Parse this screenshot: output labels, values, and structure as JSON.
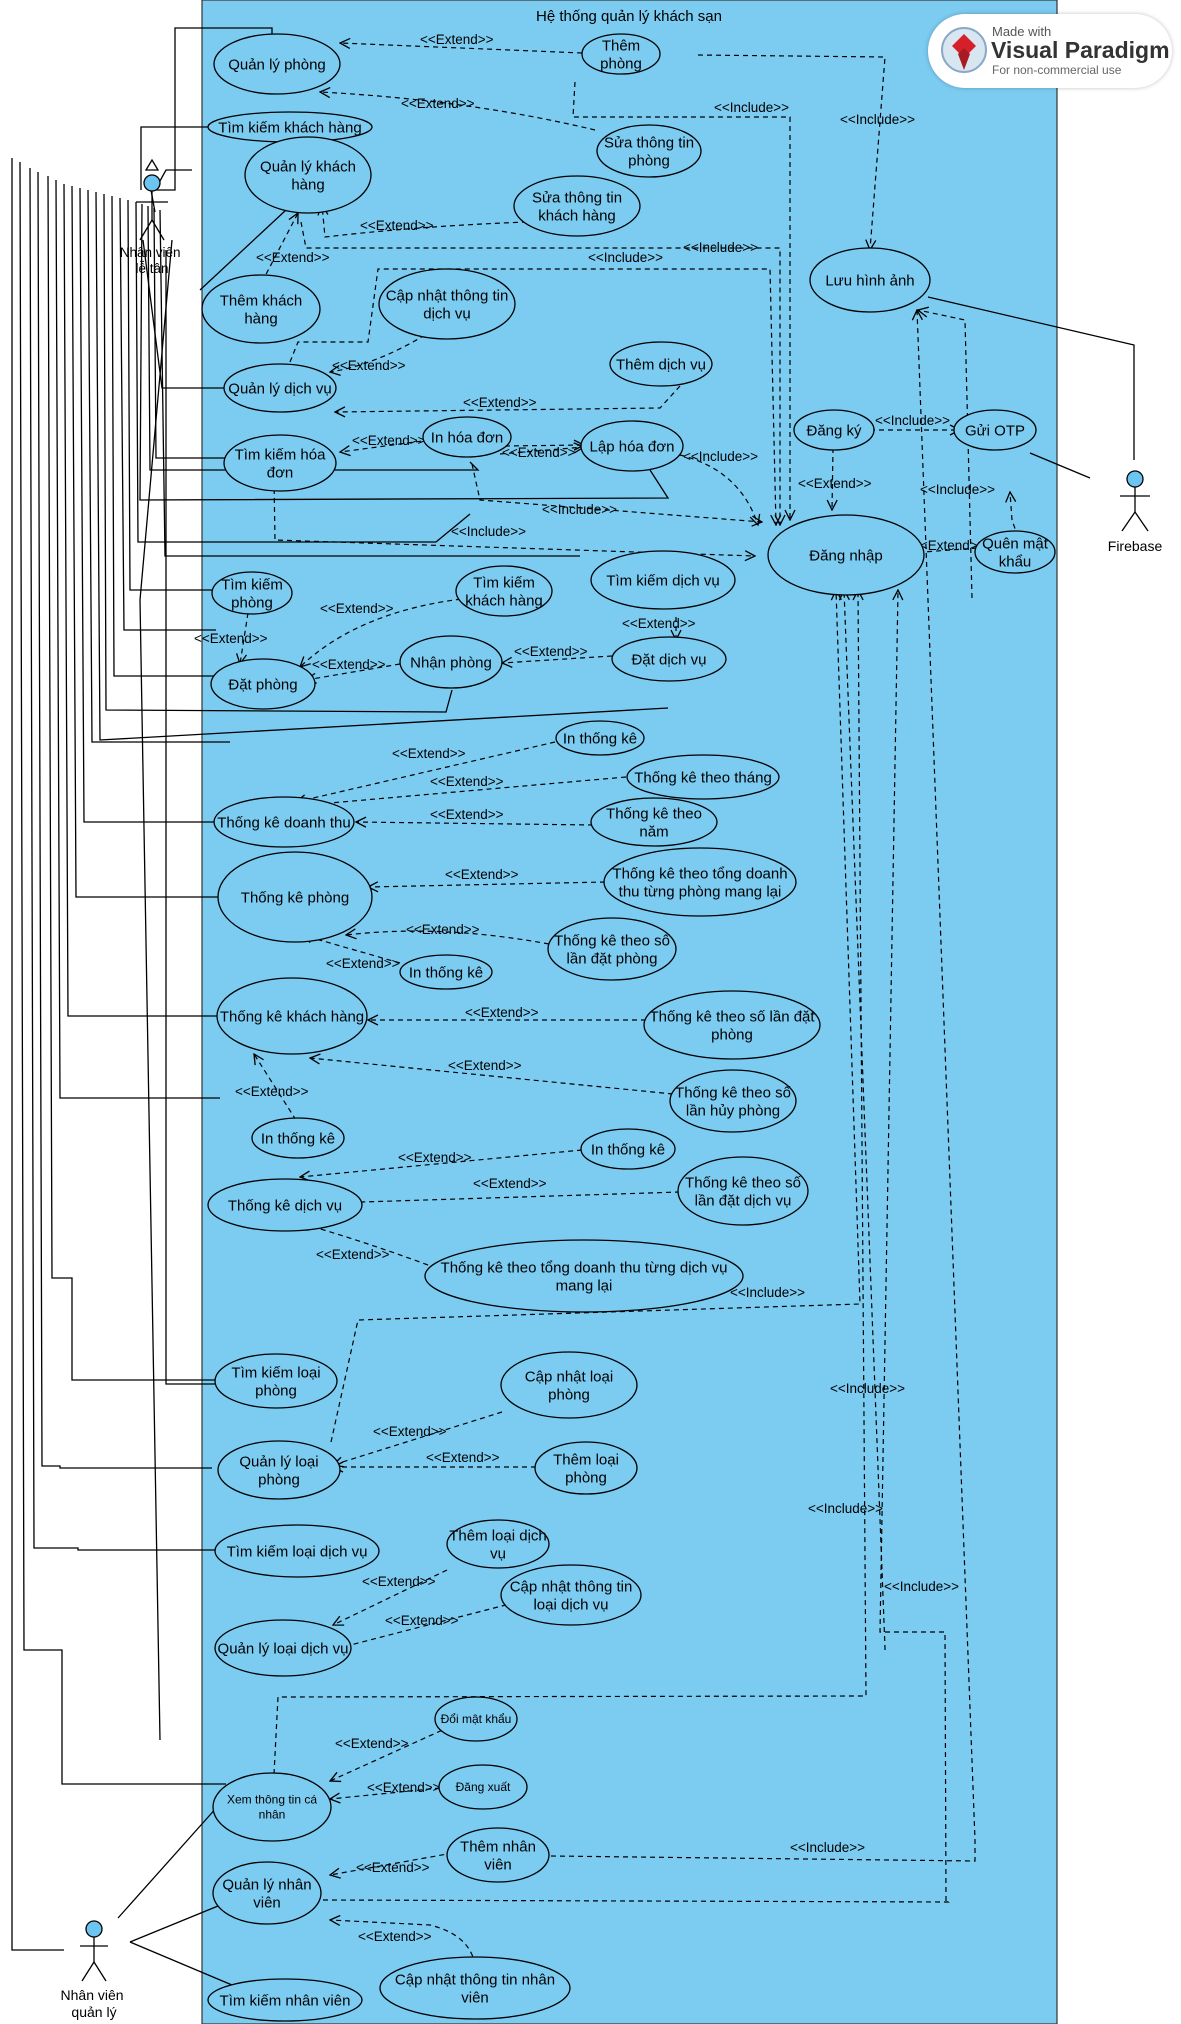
{
  "system_title": "Hệ thống quản lý khách sạn",
  "badge": {
    "made_with": "Made with",
    "brand": "Visual Paradigm",
    "sub": "For non-commercial use"
  },
  "actors": {
    "reception": [
      "Nhân viên",
      "lễ tân"
    ],
    "firebase": [
      "Firebase"
    ],
    "manager": [
      "Nhân viên",
      "quản lý"
    ]
  },
  "use_cases": {
    "quan_ly_phong": [
      "Quản lý phòng"
    ],
    "them_phong": [
      "Thêm",
      "phòng"
    ],
    "sua_thong_tin_phong": [
      "Sửa thông tin",
      "phòng"
    ],
    "tim_kiem_khach_hang": [
      "Tìm kiếm khách hàng"
    ],
    "quan_ly_khach_hang": [
      "Quản lý khách",
      "hàng"
    ],
    "sua_thong_tin_khach_hang": [
      "Sửa thông tin",
      "khách hàng"
    ],
    "them_khach_hang": [
      "Thêm khách",
      "hàng"
    ],
    "cap_nhat_dich_vu": [
      "Cập nhật thông tin",
      "dịch vụ"
    ],
    "luu_hinh_anh": [
      "Lưu hình ảnh"
    ],
    "them_dich_vu": [
      "Thêm dịch vụ"
    ],
    "quan_ly_dich_vu": [
      "Quản lý dịch vụ"
    ],
    "dang_ky": [
      "Đăng ký"
    ],
    "gui_otp": [
      "Gửi OTP"
    ],
    "tim_kiem_hoa_don": [
      "Tìm kiếm hóa",
      "đơn"
    ],
    "in_hoa_don": [
      "In hóa đơn"
    ],
    "lap_hoa_don": [
      "Lập hóa đơn"
    ],
    "dang_nhap": [
      "Đăng nhập"
    ],
    "quen_mat_khau": [
      "Quên mật",
      "khẩu"
    ],
    "tim_kiem_dich_vu": [
      "Tìm kiếm dịch vụ"
    ],
    "tim_kiem_phong": [
      "Tìm kiếm",
      "phòng"
    ],
    "tim_kiem_khach_hang_2": [
      "Tìm kiếm",
      "khách hàng"
    ],
    "dat_dich_vu": [
      "Đặt dịch vụ"
    ],
    "nhan_phong": [
      "Nhận phòng"
    ],
    "dat_phong": [
      "Đặt phòng"
    ],
    "in_thong_ke_1": [
      "In thống kê"
    ],
    "thong_ke_theo_thang": [
      "Thống kê theo tháng"
    ],
    "thong_ke_doanh_thu": [
      "Thống kê doanh thu"
    ],
    "thong_ke_theo_nam": [
      "Thống kê theo",
      "năm"
    ],
    "thong_ke_phong": [
      "Thống kê phòng"
    ],
    "tk_tong_doanh_thu_phong": [
      "Thống kê theo tổng doanh",
      "thu từng phòng mang lại"
    ],
    "tk_so_lan_dat_phong": [
      "Thống kê theo số",
      "lần đặt phòng"
    ],
    "in_thong_ke_2": [
      "In thống kê"
    ],
    "thong_ke_khach_hang": [
      "Thống kê khách hàng"
    ],
    "tk_so_lan_dat_phong_2": [
      "Thống kê theo số lần đặt",
      "phòng"
    ],
    "tk_so_lan_huy_phong": [
      "Thống kê theo số",
      "lần hủy phòng"
    ],
    "in_thong_ke_3": [
      "In thống kê"
    ],
    "in_thong_ke_4": [
      "In thống kê"
    ],
    "thong_ke_dich_vu": [
      "Thống kê dịch vụ"
    ],
    "tk_so_lan_dat_dich_vu": [
      "Thống kê theo số",
      "lần đặt dịch vụ"
    ],
    "tk_tong_doanh_thu_dich_vu": [
      "Thống kê theo tổng doanh thu từng dịch vụ",
      "mang lại"
    ],
    "tim_kiem_loai_phong": [
      "Tìm kiếm loại",
      "phòng"
    ],
    "cap_nhat_loai_phong": [
      "Cập nhật loại",
      "phòng"
    ],
    "quan_ly_loai_phong": [
      "Quản lý loại",
      "phòng"
    ],
    "them_loai_phong": [
      "Thêm loại",
      "phòng"
    ],
    "tim_kiem_loai_dich_vu": [
      "Tìm kiếm loại dịch vụ"
    ],
    "them_loai_dich_vu": [
      "Thêm loại dịch",
      "vụ"
    ],
    "cap_nhat_loai_dich_vu": [
      "Cập nhật thông tin",
      "loại dịch vụ"
    ],
    "quan_ly_loai_dich_vu": [
      "Quản lý loại dịch vụ"
    ],
    "doi_mat_khau": [
      "Đổi mật khẩu"
    ],
    "xem_thong_tin_ca_nhan": [
      "Xem thông tin cá",
      "nhân"
    ],
    "dang_xuat": [
      "Đăng xuất"
    ],
    "them_nhan_vien": [
      "Thêm nhân",
      "viên"
    ],
    "quan_ly_nhan_vien": [
      "Quản lý nhân",
      "viên"
    ],
    "cap_nhat_nhan_vien": [
      "Cập nhật thông tin nhân",
      "viên"
    ],
    "tim_kiem_nhan_vien": [
      "Tìm kiếm nhân viên"
    ]
  },
  "stereotypes": {
    "extend": "<<Extend>>",
    "include": "<<Include>>"
  },
  "relations": [
    {
      "type": "extend",
      "from": "them_phong",
      "to": "quan_ly_phong"
    },
    {
      "type": "extend",
      "from": "sua_thong_tin_phong",
      "to": "quan_ly_phong"
    },
    {
      "type": "include",
      "from": "them_phong",
      "to": "luu_hinh_anh"
    },
    {
      "type": "include",
      "from": "quan_ly_phong",
      "to": "dang_nhap"
    },
    {
      "type": "extend",
      "from": "sua_thong_tin_khach_hang",
      "to": "quan_ly_khach_hang"
    },
    {
      "type": "extend",
      "from": "them_khach_hang",
      "to": "quan_ly_khach_hang"
    },
    {
      "type": "include",
      "from": "quan_ly_khach_hang",
      "to": "dang_nhap"
    },
    {
      "type": "extend",
      "from": "cap_nhat_dich_vu",
      "to": "quan_ly_dich_vu"
    },
    {
      "type": "extend",
      "from": "them_dich_vu",
      "to": "quan_ly_dich_vu"
    },
    {
      "type": "include",
      "from": "quan_ly_dich_vu",
      "to": "dang_nhap"
    },
    {
      "type": "extend",
      "from": "in_hoa_don",
      "to": "tim_kiem_hoa_don"
    },
    {
      "type": "extend",
      "from": "in_hoa_don",
      "to": "lap_hoa_don"
    },
    {
      "type": "include",
      "from": "lap_hoa_don",
      "to": "dang_nhap"
    },
    {
      "type": "include",
      "from": "in_hoa_don",
      "to": "dang_nhap"
    },
    {
      "type": "include",
      "from": "tim_kiem_hoa_don",
      "to": "dang_nhap"
    },
    {
      "type": "include",
      "from": "dang_ky",
      "to": "gui_otp"
    },
    {
      "type": "extend",
      "from": "dang_ky",
      "to": "dang_nhap"
    },
    {
      "type": "extend",
      "from": "quen_mat_khau",
      "to": "dang_nhap"
    },
    {
      "type": "include",
      "from": "quen_mat_khau",
      "to": "gui_otp"
    },
    {
      "type": "extend",
      "from": "tim_kiem_phong",
      "to": "dat_phong"
    },
    {
      "type": "extend",
      "from": "tim_kiem_khach_hang_2",
      "to": "dat_phong"
    },
    {
      "type": "extend",
      "from": "nhan_phong",
      "to": "dat_phong"
    },
    {
      "type": "extend",
      "from": "dat_dich_vu",
      "to": "nhan_phong"
    },
    {
      "type": "extend",
      "from": "tim_kiem_dich_vu",
      "to": "dat_dich_vu"
    },
    {
      "type": "extend",
      "from": "in_thong_ke_1",
      "to": "thong_ke_doanh_thu"
    },
    {
      "type": "extend",
      "from": "thong_ke_theo_thang",
      "to": "thong_ke_doanh_thu"
    },
    {
      "type": "extend",
      "from": "thong_ke_theo_nam",
      "to": "thong_ke_doanh_thu"
    },
    {
      "type": "extend",
      "from": "tk_tong_doanh_thu_phong",
      "to": "thong_ke_phong"
    },
    {
      "type": "extend",
      "from": "tk_so_lan_dat_phong",
      "to": "thong_ke_phong"
    },
    {
      "type": "extend",
      "from": "in_thong_ke_2",
      "to": "thong_ke_phong"
    },
    {
      "type": "extend",
      "from": "tk_so_lan_dat_phong_2",
      "to": "thong_ke_khach_hang"
    },
    {
      "type": "extend",
      "from": "tk_so_lan_huy_phong",
      "to": "thong_ke_khach_hang"
    },
    {
      "type": "extend",
      "from": "in_thong_ke_3",
      "to": "thong_ke_khach_hang"
    },
    {
      "type": "extend",
      "from": "in_thong_ke_4",
      "to": "thong_ke_dich_vu"
    },
    {
      "type": "extend",
      "from": "tk_so_lan_dat_dich_vu",
      "to": "thong_ke_dich_vu"
    },
    {
      "type": "extend",
      "from": "tk_tong_doanh_thu_dich_vu",
      "to": "thong_ke_dich_vu"
    },
    {
      "type": "extend",
      "from": "cap_nhat_loai_phong",
      "to": "quan_ly_loai_phong"
    },
    {
      "type": "extend",
      "from": "them_loai_phong",
      "to": "quan_ly_loai_phong"
    },
    {
      "type": "include",
      "from": "quan_ly_loai_phong",
      "to": "dang_nhap"
    },
    {
      "type": "extend",
      "from": "them_loai_dich_vu",
      "to": "quan_ly_loai_dich_vu"
    },
    {
      "type": "extend",
      "from": "cap_nhat_loai_dich_vu",
      "to": "quan_ly_loai_dich_vu"
    },
    {
      "type": "include",
      "from": "quan_ly_loai_dich_vu",
      "to": "dang_nhap"
    },
    {
      "type": "extend",
      "from": "doi_mat_khau",
      "to": "xem_thong_tin_ca_nhan"
    },
    {
      "type": "extend",
      "from": "dang_xuat",
      "to": "xem_thong_tin_ca_nhan"
    },
    {
      "type": "include",
      "from": "xem_thong_tin_ca_nhan",
      "to": "dang_nhap"
    },
    {
      "type": "extend",
      "from": "them_nhan_vien",
      "to": "quan_ly_nhan_vien"
    },
    {
      "type": "extend",
      "from": "cap_nhat_nhan_vien",
      "to": "quan_ly_nhan_vien"
    },
    {
      "type": "include",
      "from": "them_nhan_vien",
      "to": "luu_hinh_anh"
    },
    {
      "type": "include",
      "from": "quan_ly_nhan_vien",
      "to": "dang_nhap"
    }
  ],
  "colors": {
    "system_fill": "#7ccbf1",
    "actor_head": "#6bc5f0",
    "line": "#000000",
    "badge_red": "#d5202a"
  }
}
